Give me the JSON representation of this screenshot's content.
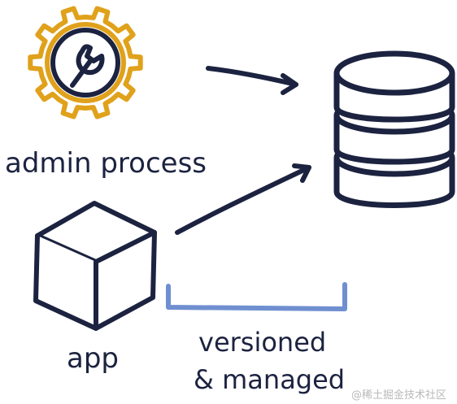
{
  "diagram": {
    "labels": {
      "admin": "admin process",
      "app": "app",
      "versioned_line1": "versioned",
      "versioned_line2": "& managed"
    },
    "watermark": "@稀土掘金技术社区",
    "colors": {
      "ink": "#1c2340",
      "gear": "#e0a11b",
      "bracket": "#6f8fd0",
      "watermark": "#b9b9b9"
    },
    "icons": {
      "admin": "gear-wrench-icon",
      "app": "cube-icon",
      "store": "database-icon"
    }
  }
}
